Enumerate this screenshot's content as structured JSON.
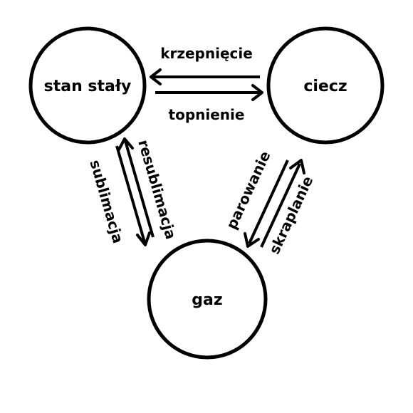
{
  "nodes": {
    "solid": "stan stały",
    "liquid": "ciecz",
    "gas": "gaz"
  },
  "transitions": {
    "freezing": "krzepnięcie",
    "melting": "topnienie",
    "deposition": "resublimacja",
    "sublimation": "sublimacja",
    "vaporization": "parowanie",
    "condensation": "skraplanie"
  },
  "colors": {
    "stroke": "#000000",
    "background": "#ffffff"
  }
}
